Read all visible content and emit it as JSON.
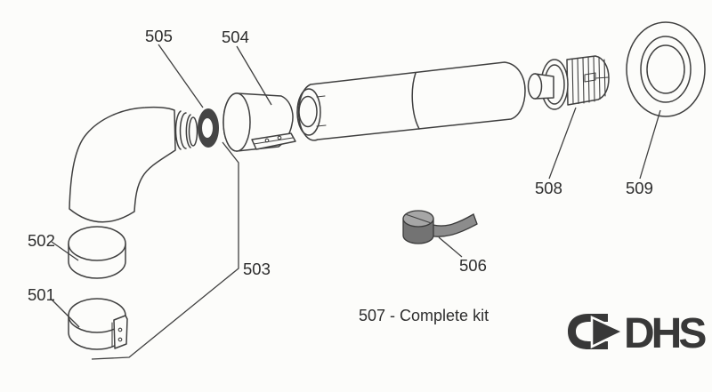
{
  "diagram": {
    "labels": {
      "l501": "501",
      "l502": "502",
      "l503": "503",
      "l504": "504",
      "l505": "505",
      "l506": "506",
      "l508": "508",
      "l509": "509"
    },
    "caption": "507 - Complete kit"
  },
  "logo": {
    "text": "DHS"
  },
  "colors": {
    "paper": "#fcfcfa",
    "line": "#3f3f3f",
    "label_text": "#2d2d2d",
    "gasket": "#454545",
    "tape_roll_side": "#737373",
    "tape_roll_top": "#a6a6a6",
    "tape_ribbon": "#8c8c8c",
    "logo": "#383838"
  }
}
